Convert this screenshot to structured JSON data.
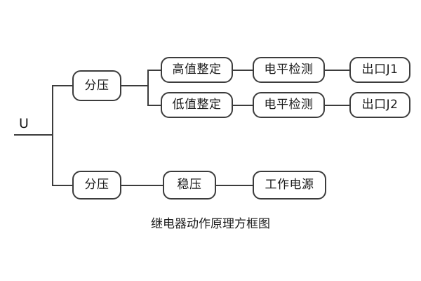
{
  "diagram": {
    "caption": "继电器动作原理方框图",
    "input_label": "U",
    "line_color": "#3c3c3c",
    "text_color": "#1a1a1a",
    "background_color": "#ffffff",
    "nodes": {
      "divider_top": "分压",
      "high_set": "高值整定",
      "low_set": "低值整定",
      "level_detect_high": "电平检测",
      "level_detect_low": "电平检测",
      "output_j1": "出口J1",
      "output_j2": "出口J2",
      "divider_bottom": "分压",
      "regulator": "稳压",
      "working_supply": "工作电源"
    }
  }
}
